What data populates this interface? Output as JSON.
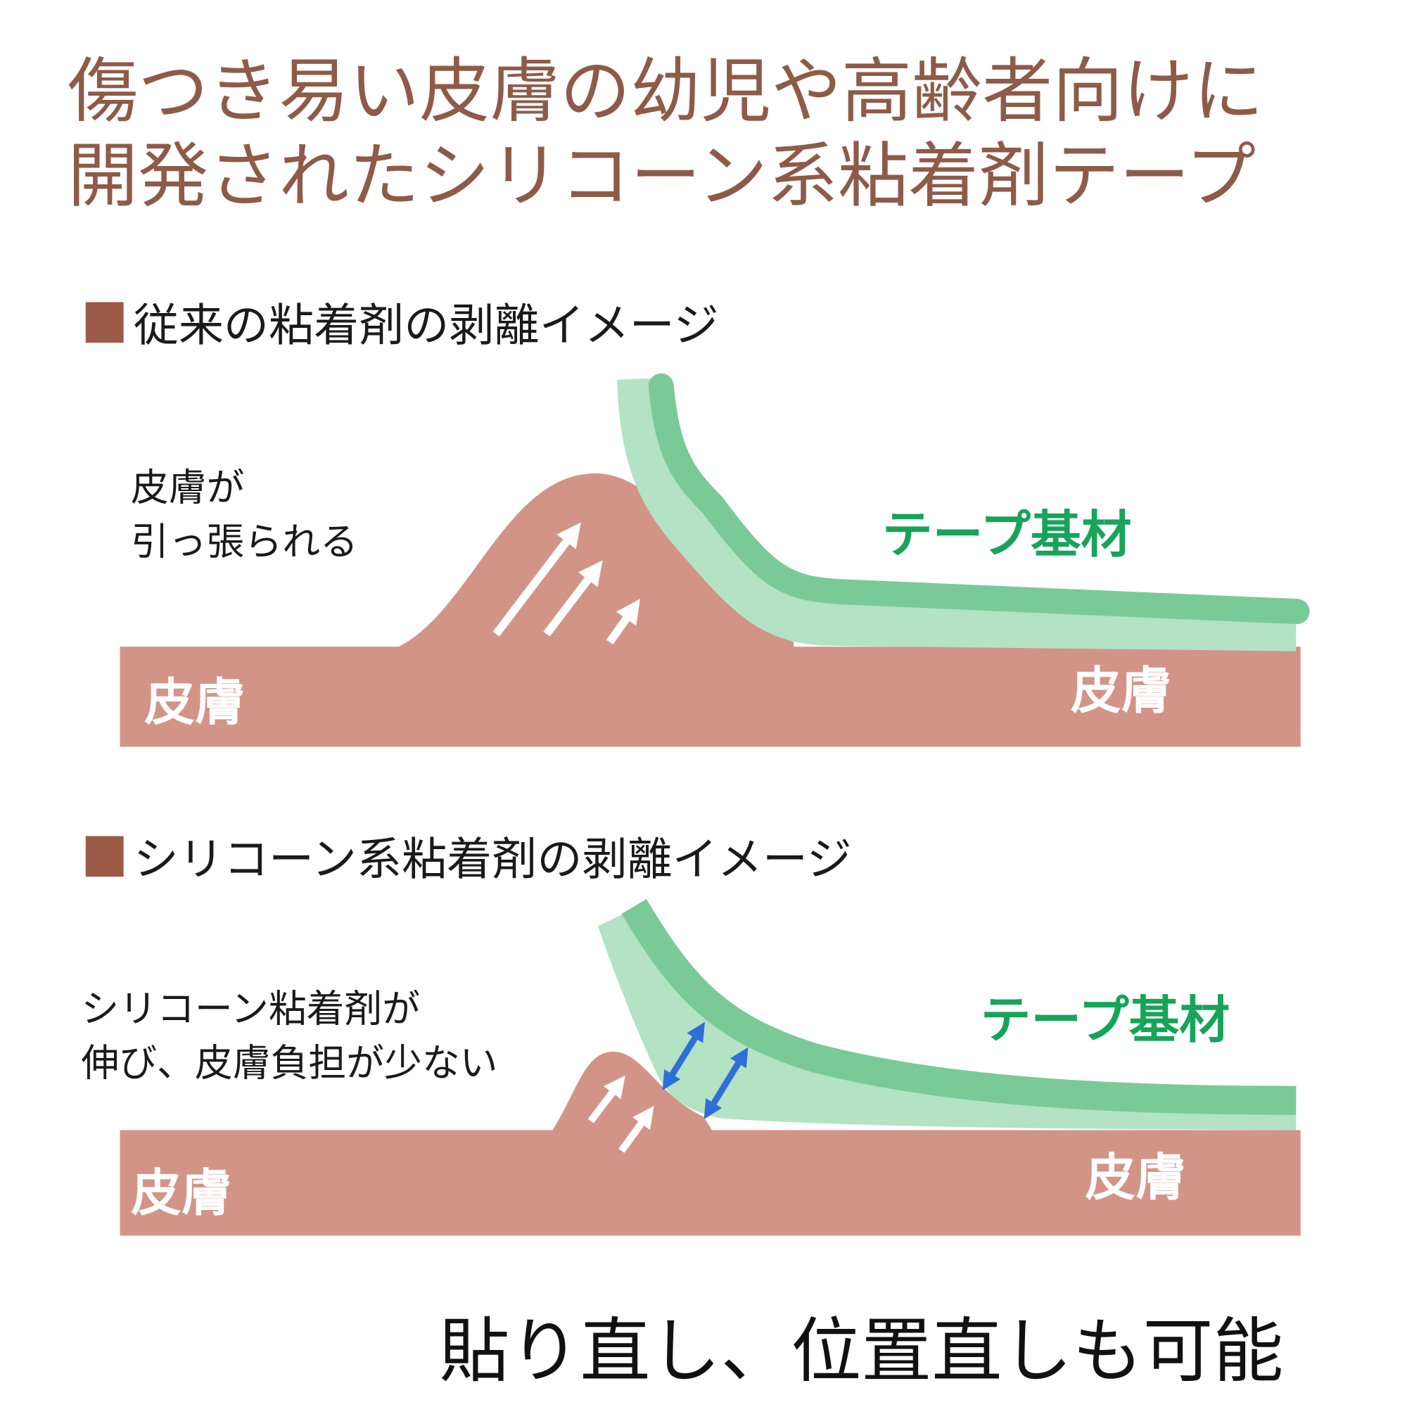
{
  "title": {
    "line1": "傷つき易い皮膚の幼児や高齢者向けに",
    "line2": "開発されたシリコーン系粘着剤テープ"
  },
  "section1": {
    "heading": "従来の粘着剤の剥離イメージ",
    "note_line1": "皮膚が",
    "note_line2": "引っ張られる",
    "tape_label": "テープ基材",
    "skin_left": "皮膚",
    "skin_right": "皮膚"
  },
  "section2": {
    "heading": "シリコーン系粘着剤の剥離イメージ",
    "note_line1": "シリコーン粘着剤が",
    "note_line2": "伸び、皮膚負担が少ない",
    "tape_label": "テープ基材",
    "skin_left": "皮膚",
    "skin_right": "皮膚"
  },
  "footer": "貼り直し、位置直しも可能",
  "colors": {
    "title": "#8e5b49",
    "marker": "#9a5a45",
    "skin": "#d39488",
    "adhesive": "#b3e2c4",
    "tape": "#79ca97",
    "tape_label": "#17a45a",
    "stretch_arrow": "#2e6fd6"
  }
}
